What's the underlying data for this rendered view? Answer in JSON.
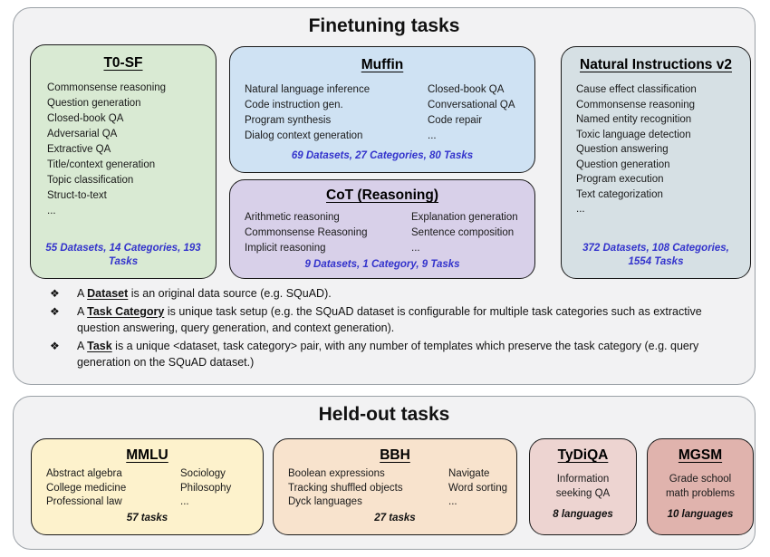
{
  "colors": {
    "stats_text": "#3333cc",
    "panel_bg": "#f2f2f3",
    "t0sf_bg": "#d9ead3",
    "muffin_bg": "#cfe2f3",
    "cot_bg": "#d8d0e9",
    "niv2_bg": "#d6e0e4",
    "mmlu_bg": "#fdf2cc",
    "bbh_bg": "#f8e3cd",
    "tydiqa_bg": "#edd4d1",
    "mgsm_bg": "#e0b3ad"
  },
  "finetuning": {
    "title": "Finetuning tasks",
    "boxes": {
      "t0sf": {
        "title": "T0-SF",
        "bg": "#d9ead3",
        "items": [
          "Commonsense reasoning",
          "Question generation",
          "Closed-book QA",
          "Adversarial QA",
          "Extractive QA",
          "Title/context generation",
          "Topic classification",
          "Struct-to-text",
          "..."
        ],
        "stats": "55 Datasets, 14 Categories, 193 Tasks"
      },
      "muffin": {
        "title": "Muffin",
        "bg": "#cfe2f3",
        "left_items": [
          "Natural language inference",
          "Code instruction gen.",
          "Program synthesis",
          "Dialog context generation"
        ],
        "right_items": [
          "Closed-book QA",
          "Conversational QA",
          "Code repair",
          "..."
        ],
        "stats": "69 Datasets, 27 Categories, 80 Tasks"
      },
      "cot": {
        "title": "CoT (Reasoning)",
        "bg": "#d8d0e9",
        "left_items": [
          "Arithmetic reasoning",
          "Commonsense Reasoning",
          "Implicit reasoning"
        ],
        "right_items": [
          "Explanation generation",
          "Sentence composition",
          "..."
        ],
        "stats": "9 Datasets, 1 Category, 9 Tasks"
      },
      "niv2": {
        "title": "Natural Instructions v2",
        "bg": "#d6e0e4",
        "items": [
          "Cause effect classification",
          "Commonsense reasoning",
          "Named entity recognition",
          "Toxic language detection",
          "Question answering",
          "Question generation",
          "Program execution",
          "Text categorization",
          "..."
        ],
        "stats": "372 Datasets, 108 Categories, 1554 Tasks"
      }
    },
    "notes": [
      {
        "bullet": "❖",
        "prefix": "A ",
        "term": "Dataset",
        "rest": " is an original data source (e.g. SQuAD)."
      },
      {
        "bullet": "❖",
        "prefix": "A ",
        "term": "Task Category",
        "rest": " is unique task setup (e.g. the SQuAD dataset is configurable for multiple task categories such as extractive question answering, query generation, and context generation)."
      },
      {
        "bullet": "❖",
        "prefix": "A ",
        "term": "Task",
        "rest": " is a unique <dataset, task category> pair, with any number of templates which preserve the task category (e.g. query generation on the SQuAD dataset.)"
      }
    ]
  },
  "heldout": {
    "title": "Held-out tasks",
    "boxes": {
      "mmlu": {
        "title": "MMLU",
        "bg": "#fdf2cc",
        "left_items": [
          "Abstract algebra",
          "College medicine",
          "Professional law"
        ],
        "right_items": [
          "Sociology",
          "Philosophy",
          "..."
        ],
        "stats": "57 tasks"
      },
      "bbh": {
        "title": "BBH",
        "bg": "#f8e3cd",
        "left_items": [
          "Boolean expressions",
          "Tracking shuffled objects",
          "Dyck languages"
        ],
        "right_items": [
          "Navigate",
          "Word sorting",
          "..."
        ],
        "stats": "27 tasks"
      },
      "tydiqa": {
        "title": "TyDiQA",
        "bg": "#edd4d1",
        "desc": "Information seeking QA",
        "stats": "8 languages"
      },
      "mgsm": {
        "title": "MGSM",
        "bg": "#e0b3ad",
        "desc": "Grade school math problems",
        "stats": "10 languages"
      }
    }
  }
}
